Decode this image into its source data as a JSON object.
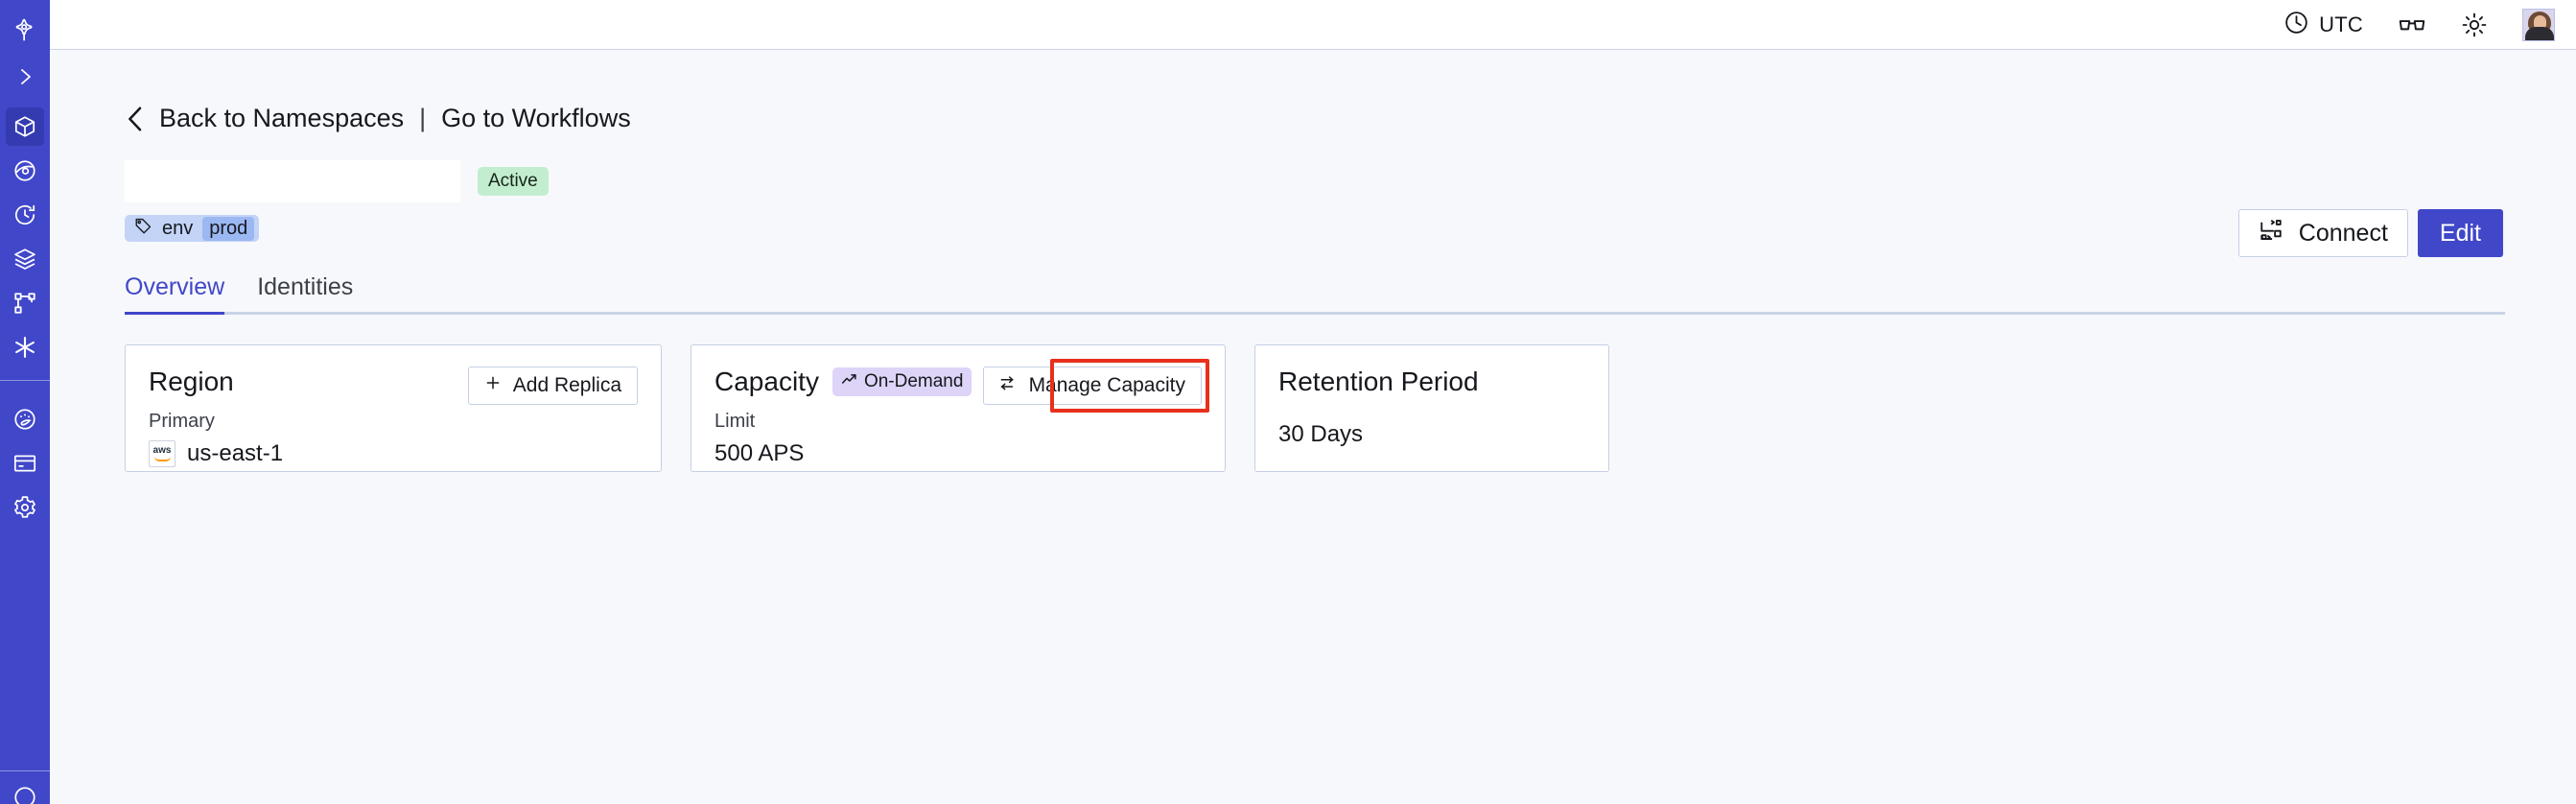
{
  "sidebar": {
    "items": [
      {
        "name": "logo-icon",
        "label": "Temporal"
      },
      {
        "name": "expand-icon",
        "label": "Expand sidebar"
      },
      {
        "name": "namespaces-icon",
        "label": "Namespaces"
      },
      {
        "name": "observability-icon",
        "label": "Observability"
      },
      {
        "name": "history-icon",
        "label": "History"
      },
      {
        "name": "layers-icon",
        "label": "Layers"
      },
      {
        "name": "workflows-icon",
        "label": "Workflows"
      },
      {
        "name": "asterisk-icon",
        "label": "Nexus"
      },
      {
        "name": "usage-icon",
        "label": "Usage"
      },
      {
        "name": "billing-icon",
        "label": "Billing"
      },
      {
        "name": "settings-icon",
        "label": "Settings"
      }
    ]
  },
  "header": {
    "timezone": "UTC",
    "clock_icon": "clock-icon",
    "glasses_icon": "glasses-icon",
    "theme_icon": "sun-icon",
    "avatar": "user-avatar"
  },
  "breadcrumb": {
    "back_label": "Back to Namespaces",
    "separator": "|",
    "forward_label": "Go to Workflows",
    "chevron_icon": "chevron-left-icon"
  },
  "namespace": {
    "name": "",
    "status": "Active",
    "tag_key": "env",
    "tag_value": "prod",
    "tag_icon": "tag-icon"
  },
  "actions": {
    "connect_label": "Connect",
    "connect_icon": "connect-icon",
    "edit_label": "Edit"
  },
  "tabs": [
    {
      "label": "Overview",
      "active": true
    },
    {
      "label": "Identities",
      "active": false
    }
  ],
  "cards": {
    "region": {
      "title": "Region",
      "button_label": "Add Replica",
      "button_icon": "plus-icon",
      "sub_label": "Primary",
      "provider_icon": "aws-icon",
      "provider_text": "aws",
      "value": "us-east-1"
    },
    "capacity": {
      "title": "Capacity",
      "badge_label": "On-Demand",
      "badge_icon": "trending-up-icon",
      "button_label": "Manage Capacity",
      "button_icon": "sliders-icon",
      "sub_label": "Limit",
      "value": "500 APS",
      "highlight_color": "#e8301c"
    },
    "retention": {
      "title": "Retention Period",
      "value": "30 Days"
    }
  },
  "colors": {
    "brand": "#4147c9",
    "sidebar_active": "#343bb0",
    "page_bg": "#f7f8fb",
    "status_active_bg": "#c3edcf",
    "badge_ondemand_bg": "#ddd4f8",
    "tag_bg": "#c3d4f7",
    "tag_value_bg": "#9bb8f2",
    "annotation": "#e8301c"
  }
}
